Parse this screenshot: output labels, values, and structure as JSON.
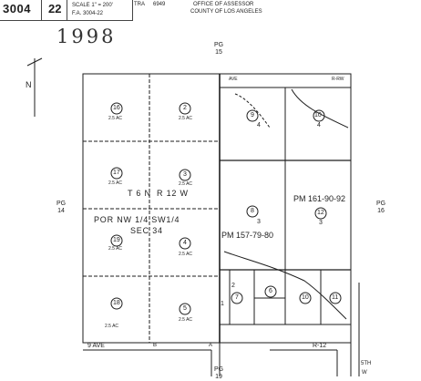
{
  "header": {
    "book": "3004",
    "page": "22",
    "scale_label": "SCALE 1\" = 200'",
    "fa_label": "F.A. 3004-22",
    "tra_label": "TRA",
    "tra_value": "6949",
    "office_line1": "OFFICE OF ASSESSOR",
    "office_line2": "COUNTY OF LOS ANGELES"
  },
  "year": "1998",
  "page_refs": {
    "north": {
      "label": "PG",
      "num": "15"
    },
    "west": {
      "label": "PG",
      "num": "14"
    },
    "east": {
      "label": "PG",
      "num": "16"
    },
    "south": {
      "label": "PG",
      "num": "19"
    }
  },
  "compass": {
    "north_letter": "N"
  },
  "section": {
    "township": "T 6 N",
    "range": "R 12 W",
    "por_line": "POR NW 1/4 SW1/4",
    "sec_line": "SEC 34"
  },
  "streets": {
    "north_ave": "AVE",
    "ranch": "R-RW",
    "south_ave": "9 AVE",
    "south_lane_b": "B",
    "south_lane_a": "A",
    "r12": "R-12",
    "fifth_st": "5TH",
    "west_st": "W"
  },
  "parcel_maps": {
    "pm1": "PM 161-90-92",
    "pm2": "PM 157-79-80"
  },
  "left_parcels": [
    {
      "num": "16",
      "acres": "2.5 AC"
    },
    {
      "num": "2",
      "acres": "2.5 AC"
    },
    {
      "num": "17",
      "acres": "2.5 AC"
    },
    {
      "num": "3",
      "acres": "2.5 AC"
    },
    {
      "num": "19",
      "acres": "2.5 AC"
    },
    {
      "num": "4",
      "acres": "2.5 AC"
    },
    {
      "num": "18",
      "acres": "2.5 AC"
    },
    {
      "num": "5",
      "acres": "2.5 AC"
    }
  ],
  "right_parcels": [
    {
      "num": "9",
      "sub": "4"
    },
    {
      "num": "10",
      "sub": "4"
    },
    {
      "num": "8",
      "sub": "3"
    },
    {
      "num": "12",
      "sub": "3"
    },
    {
      "num": "7",
      "sub": ""
    },
    {
      "num": "6",
      "sub": ""
    },
    {
      "num": "10",
      "sub": ""
    },
    {
      "num": "11",
      "sub": ""
    }
  ],
  "lot_numbers": {
    "lot1": "1",
    "lot2": "2"
  },
  "colors": {
    "ink": "#1e1e1e",
    "paper": "#ffffff",
    "year_ink": "#333333"
  }
}
